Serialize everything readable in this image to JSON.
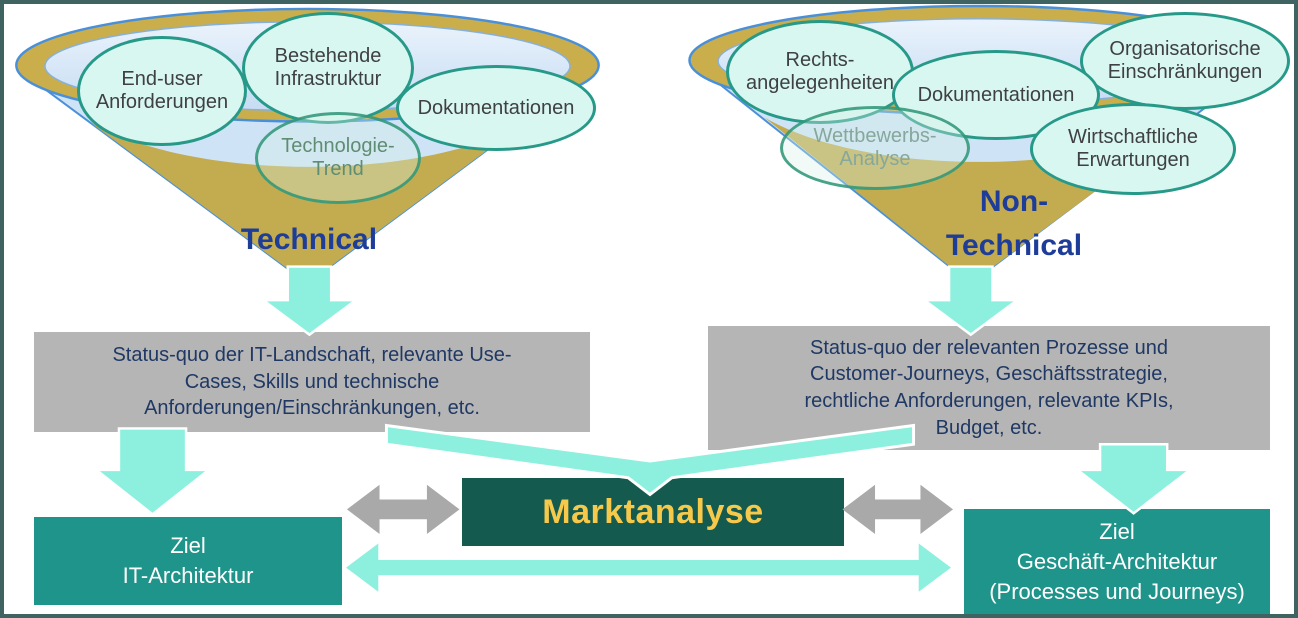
{
  "palette": {
    "funnel_gold": "#c9ae4b",
    "funnel_inner_blue": "#d9e9f8",
    "funnel_outline_blue": "#4a90d9",
    "bubble_fill": "#d9f7f1",
    "bubble_border": "#279989",
    "cyan_arrow": "#8df0de",
    "gray_box": "#b5b5b5",
    "gray_arrow": "#a9a9a9",
    "dark_blue_text": "#1f3864",
    "label_blue": "#1e3d99",
    "marktanalyse_box": "#155a4e",
    "marktanalyse_text": "#f7c94b",
    "teal_box": "#1f948a"
  },
  "technical_funnel": {
    "label_lines": [
      "Technical"
    ],
    "bubbles": {
      "end_user": [
        "End-user",
        "Anforderungen"
      ],
      "infrastruktur": [
        "Bestehende",
        "Infrastruktur"
      ],
      "dokumentationen": [
        "Dokumentationen"
      ],
      "technologie_trend": [
        "Technologie-",
        "Trend"
      ]
    },
    "output_lines": [
      "Status-quo der IT-Landschaft, relevante Use-",
      "Cases, Skills und technische",
      "Anforderungen/Einschränkungen, etc."
    ]
  },
  "non_technical_funnel": {
    "label_lines": [
      "Non-",
      "Technical"
    ],
    "bubbles": {
      "rechtsangelegenheiten": [
        "Rechts-",
        "angelegenheiten"
      ],
      "dokumentationen": [
        "Dokumentationen"
      ],
      "organisatorische": [
        "Organisatorische",
        "Einschränkungen"
      ],
      "wettbewerbs": [
        "Wettbewerbs-",
        "Analyse"
      ],
      "wirtschaftliche": [
        "Wirtschaftliche",
        "Erwartungen"
      ]
    },
    "output_lines": [
      "Status-quo der relevanten Prozesse und",
      "Customer-Journeys, Geschäftsstrategie,",
      "rechtliche Anforderungen, relevante KPIs,",
      "Budget, etc."
    ]
  },
  "center": {
    "marktanalyse_label": "Marktanalyse"
  },
  "targets": {
    "it_architektur_lines": [
      "Ziel",
      "IT-Architektur"
    ],
    "geschaeft_architektur_lines": [
      "Ziel",
      "Geschäft-Architektur",
      "(Processes und Journeys)"
    ]
  }
}
